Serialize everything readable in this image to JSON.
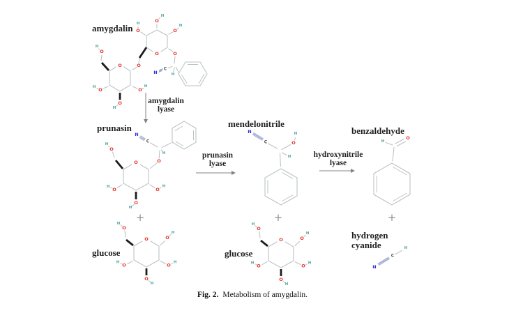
{
  "figure": {
    "caption_label": "Fig. 2.",
    "caption_text": "Metabolism of amygdalin."
  },
  "compounds": {
    "amygdalin": "amygdalin",
    "prunasin": "prunasin",
    "mendelonitrile": "mendelonitrile",
    "benzaldehyde": "benzaldehyde",
    "glucose_left": "glucose",
    "glucose_middle": "glucose",
    "hydrogen_cyanide_line1": "hydrogen",
    "hydrogen_cyanide_line2": "cyanide"
  },
  "reactions": [
    {
      "enzyme_line1": "amygdalin",
      "enzyme_line2": "lyase",
      "direction": "down"
    },
    {
      "enzyme_line1": "prunasin",
      "enzyme_line2": "lyase",
      "direction": "right"
    },
    {
      "enzyme_line1": "hydroxynitrile",
      "enzyme_line2": "lyase",
      "direction": "right"
    }
  ],
  "atoms": {
    "O": "O",
    "H": "H",
    "N": "N",
    "C": "C"
  },
  "plus": "+",
  "palette": {
    "oxygen": "#e63229",
    "hydrogen": "#53a2a2",
    "nitrogen": "#3032d8",
    "carbon_label": "#4d4d4d",
    "bond": "#bdc3c6",
    "stereo_bond": "#1a1c1e",
    "nitrile_bond": "#99a2cf",
    "arrow": "#7d8487",
    "text": "#1f1f1f"
  }
}
